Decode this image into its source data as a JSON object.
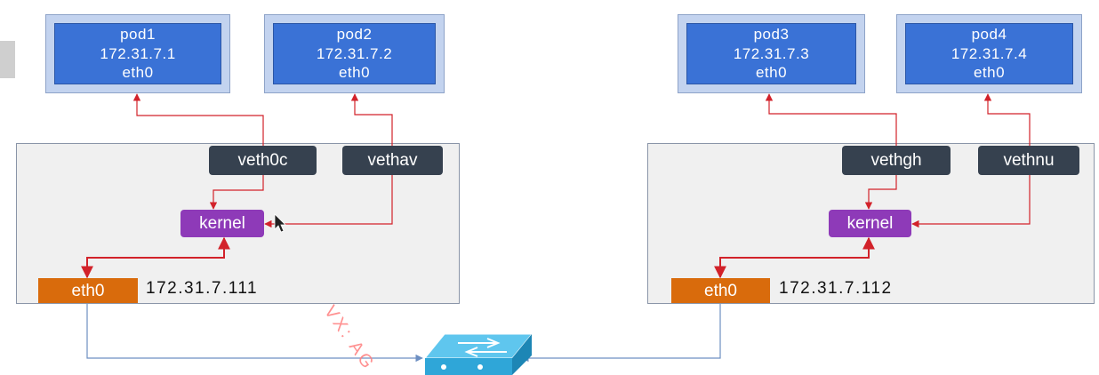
{
  "pods": [
    {
      "name": "pod1",
      "ip": "172.31.7.1",
      "iface": "eth0"
    },
    {
      "name": "pod2",
      "ip": "172.31.7.2",
      "iface": "eth0"
    },
    {
      "name": "pod3",
      "ip": "172.31.7.3",
      "iface": "eth0"
    },
    {
      "name": "pod4",
      "ip": "172.31.7.4",
      "iface": "eth0"
    }
  ],
  "hosts": [
    {
      "veths": [
        "veth0c",
        "vethav"
      ],
      "kernel": "kernel",
      "eth": "eth0",
      "ip": "172.31.7.111"
    },
    {
      "veths": [
        "vethgh",
        "vethnu"
      ],
      "kernel": "kernel",
      "eth": "eth0",
      "ip": "172.31.7.112"
    }
  ],
  "watermark": "VX: AG",
  "colors": {
    "pod_fill": "#3a72d6",
    "veth_fill": "#36414f",
    "kernel_fill": "#8e3ab8",
    "eth_fill": "#d96b0c",
    "route_line": "#d2222a",
    "uplink_line": "#6d8fc2",
    "switch_fill": "#2fa6d8"
  }
}
